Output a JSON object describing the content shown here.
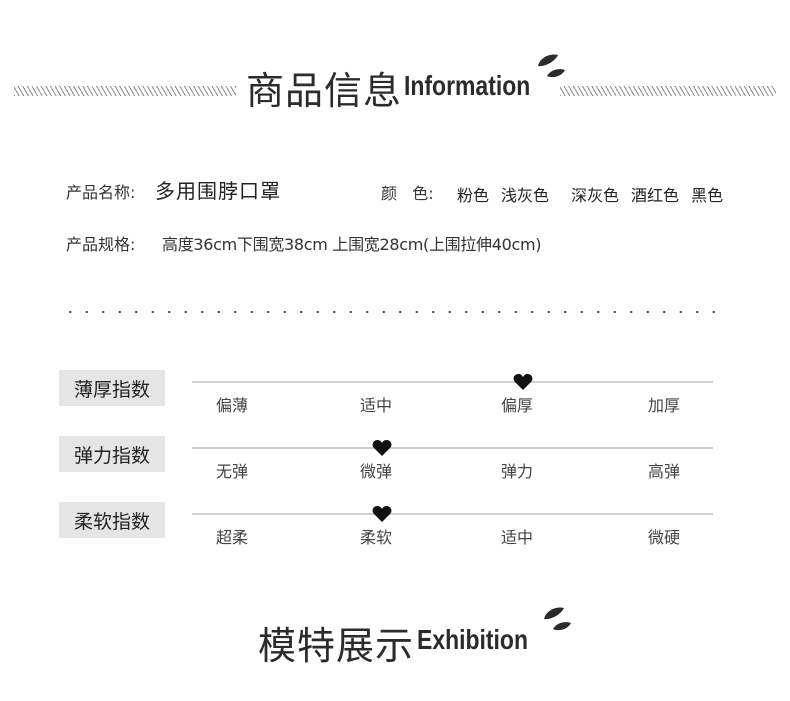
{
  "info_section": {
    "title_cn": "商品信息",
    "title_en": "Information"
  },
  "product": {
    "name_label": "产品名称:",
    "name_value": "多用围脖口罩",
    "color_label": "颜   色:",
    "colors": [
      "粉色",
      "浅灰色",
      "深灰色",
      "酒红色",
      "黑色"
    ],
    "spec_label": "产品规格:",
    "spec_value": "高度36cm下围宽38cm 上围宽28cm(上围拉伸40cm)"
  },
  "indices": [
    {
      "label": "薄厚指数",
      "options": [
        "偏薄",
        "适中",
        "偏厚",
        "加厚"
      ],
      "selected": 2
    },
    {
      "label": "弹力指数",
      "options": [
        "无弹",
        "微弹",
        "弹力",
        "高弹"
      ],
      "selected": 1
    },
    {
      "label": "柔软指数",
      "options": [
        "超柔",
        "柔软",
        "适中",
        "微硬"
      ],
      "selected": 1
    }
  ],
  "exhibition_section": {
    "title_cn": "模特展示",
    "title_en": "Exhibition"
  },
  "colors_theme": {
    "text": "#2b2b2b",
    "label_bg": "#e5e5e5",
    "line": "#cfcfcf"
  }
}
